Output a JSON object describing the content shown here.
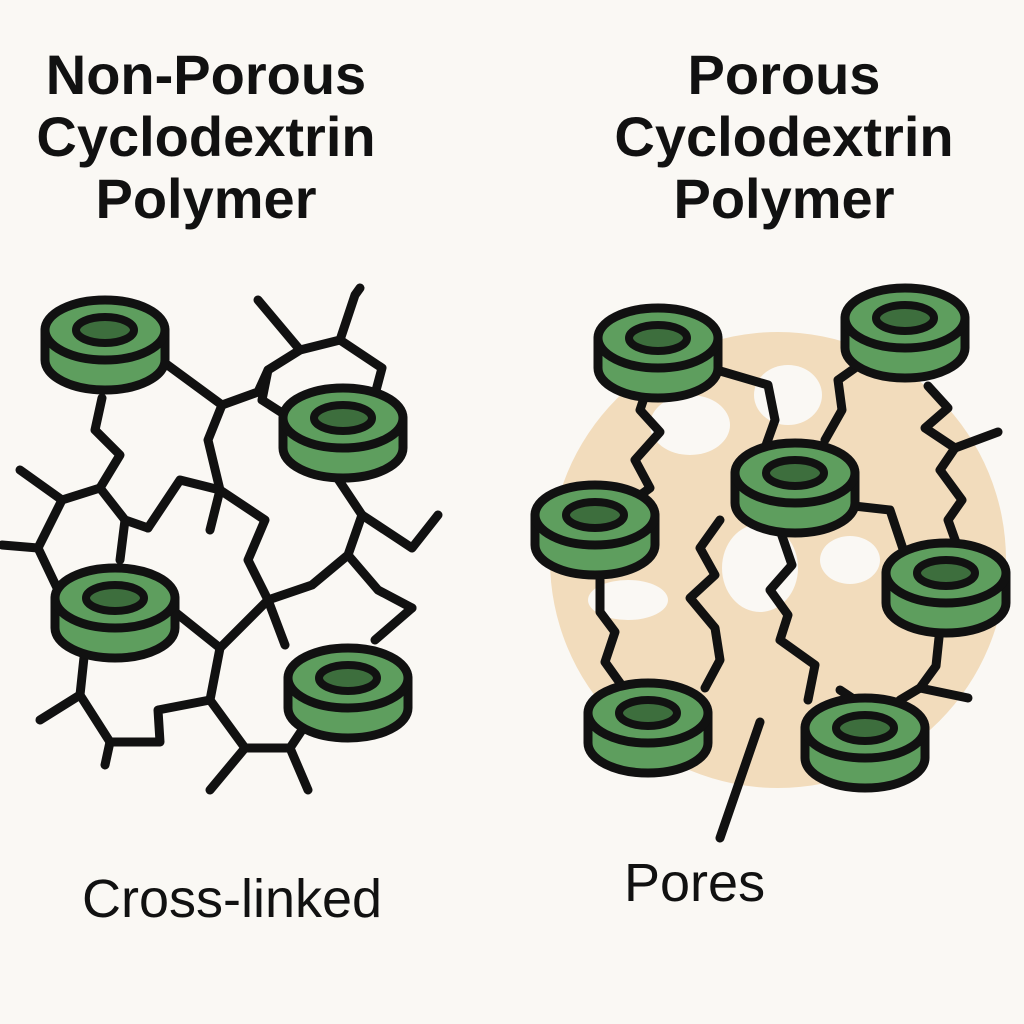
{
  "left_panel": {
    "title_lines": [
      "Non-Porous",
      "Cyclodextrin",
      "Polymer"
    ],
    "caption": "Cross-linked"
  },
  "right_panel": {
    "title_lines": [
      "Porous",
      "Cyclodextrin",
      "Polymer"
    ],
    "caption": "Pores"
  },
  "colors": {
    "background": "#faf8f4",
    "ring_fill": "#5e9e5e",
    "ring_hole": "#3d6e3d",
    "outline": "#111111",
    "pore_region": "#f2dcbc"
  },
  "icons": {
    "cyclodextrin": "cyclodextrin-ring-icon"
  }
}
